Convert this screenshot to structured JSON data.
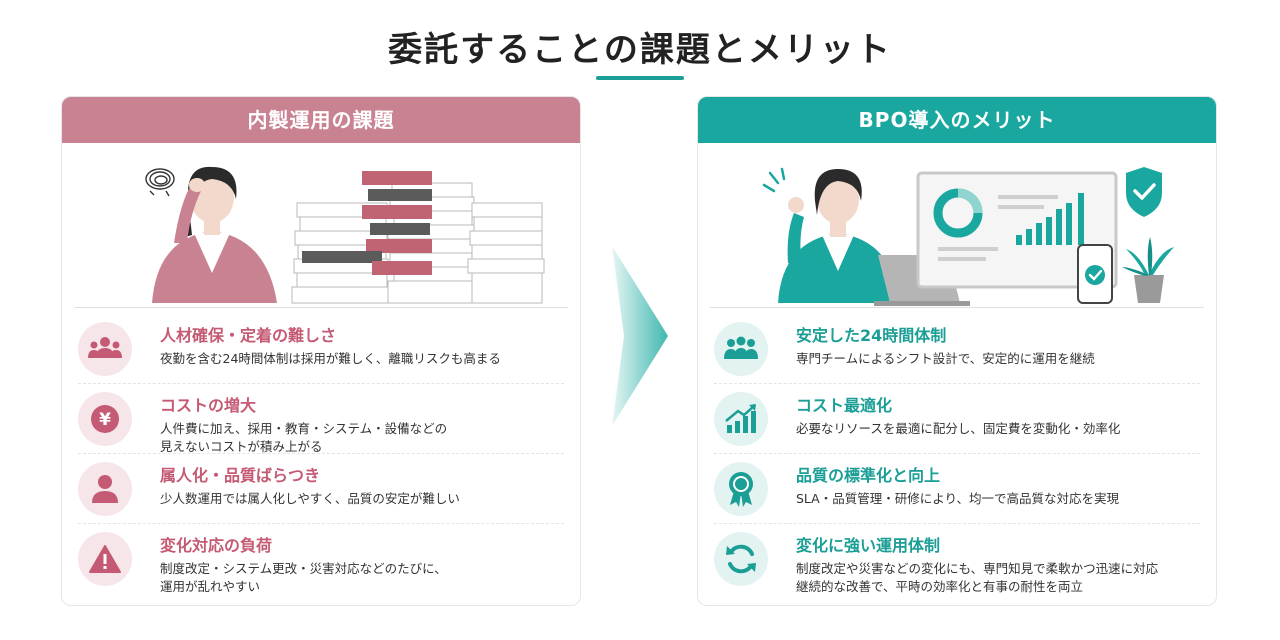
{
  "page": {
    "title": "委託することの課題とメリット"
  },
  "colors": {
    "accent_teal": "#1aa7a0",
    "accent_pink": "#c98291",
    "title_pink": "#c45a73",
    "title_teal": "#1a9e96"
  },
  "left_panel": {
    "header": "内製運用の課題",
    "items": [
      {
        "icon": "people-group-icon",
        "title": "人材確保・定着の難しさ",
        "desc_1": "夜勤を含む24時間体制は採用が難しく、離職リスクも高まる",
        "desc_2": ""
      },
      {
        "icon": "yen-coin-icon",
        "title": "コストの増大",
        "desc_1": "人件費に加え、採用・教育・システム・設備などの",
        "desc_2": "見えないコストが積み上がる"
      },
      {
        "icon": "person-icon",
        "title": "属人化・品質ばらつき",
        "desc_1": "少人数運用では属人化しやすく、品質の安定が難しい",
        "desc_2": ""
      },
      {
        "icon": "warning-icon",
        "title": "変化対応の負荷",
        "desc_1": "制度改定・システム更改・災害対応などのたびに、",
        "desc_2": "運用が乱れやすい"
      }
    ]
  },
  "right_panel": {
    "header": "BPO導入のメリット",
    "items": [
      {
        "icon": "team-icon",
        "title": "安定した24時間体制",
        "desc_1": "専門チームによるシフト設計で、安定的に運用を継続",
        "desc_2": ""
      },
      {
        "icon": "growth-chart-icon",
        "title": "コスト最適化",
        "desc_1": "必要なリソースを最適に配分し、固定費を変動化・効率化",
        "desc_2": ""
      },
      {
        "icon": "award-ribbon-icon",
        "title": "品質の標準化と向上",
        "desc_1": "SLA・品質管理・研修により、均一で高品質な対応を実現",
        "desc_2": ""
      },
      {
        "icon": "refresh-cycle-icon",
        "title": "変化に強い運用体制",
        "desc_1": "制度改定や災害などの変化にも、専門知見で柔軟かつ迅速に対応",
        "desc_2": "継続的な改善で、平時の効率化と有事の耐性を両立"
      }
    ]
  }
}
